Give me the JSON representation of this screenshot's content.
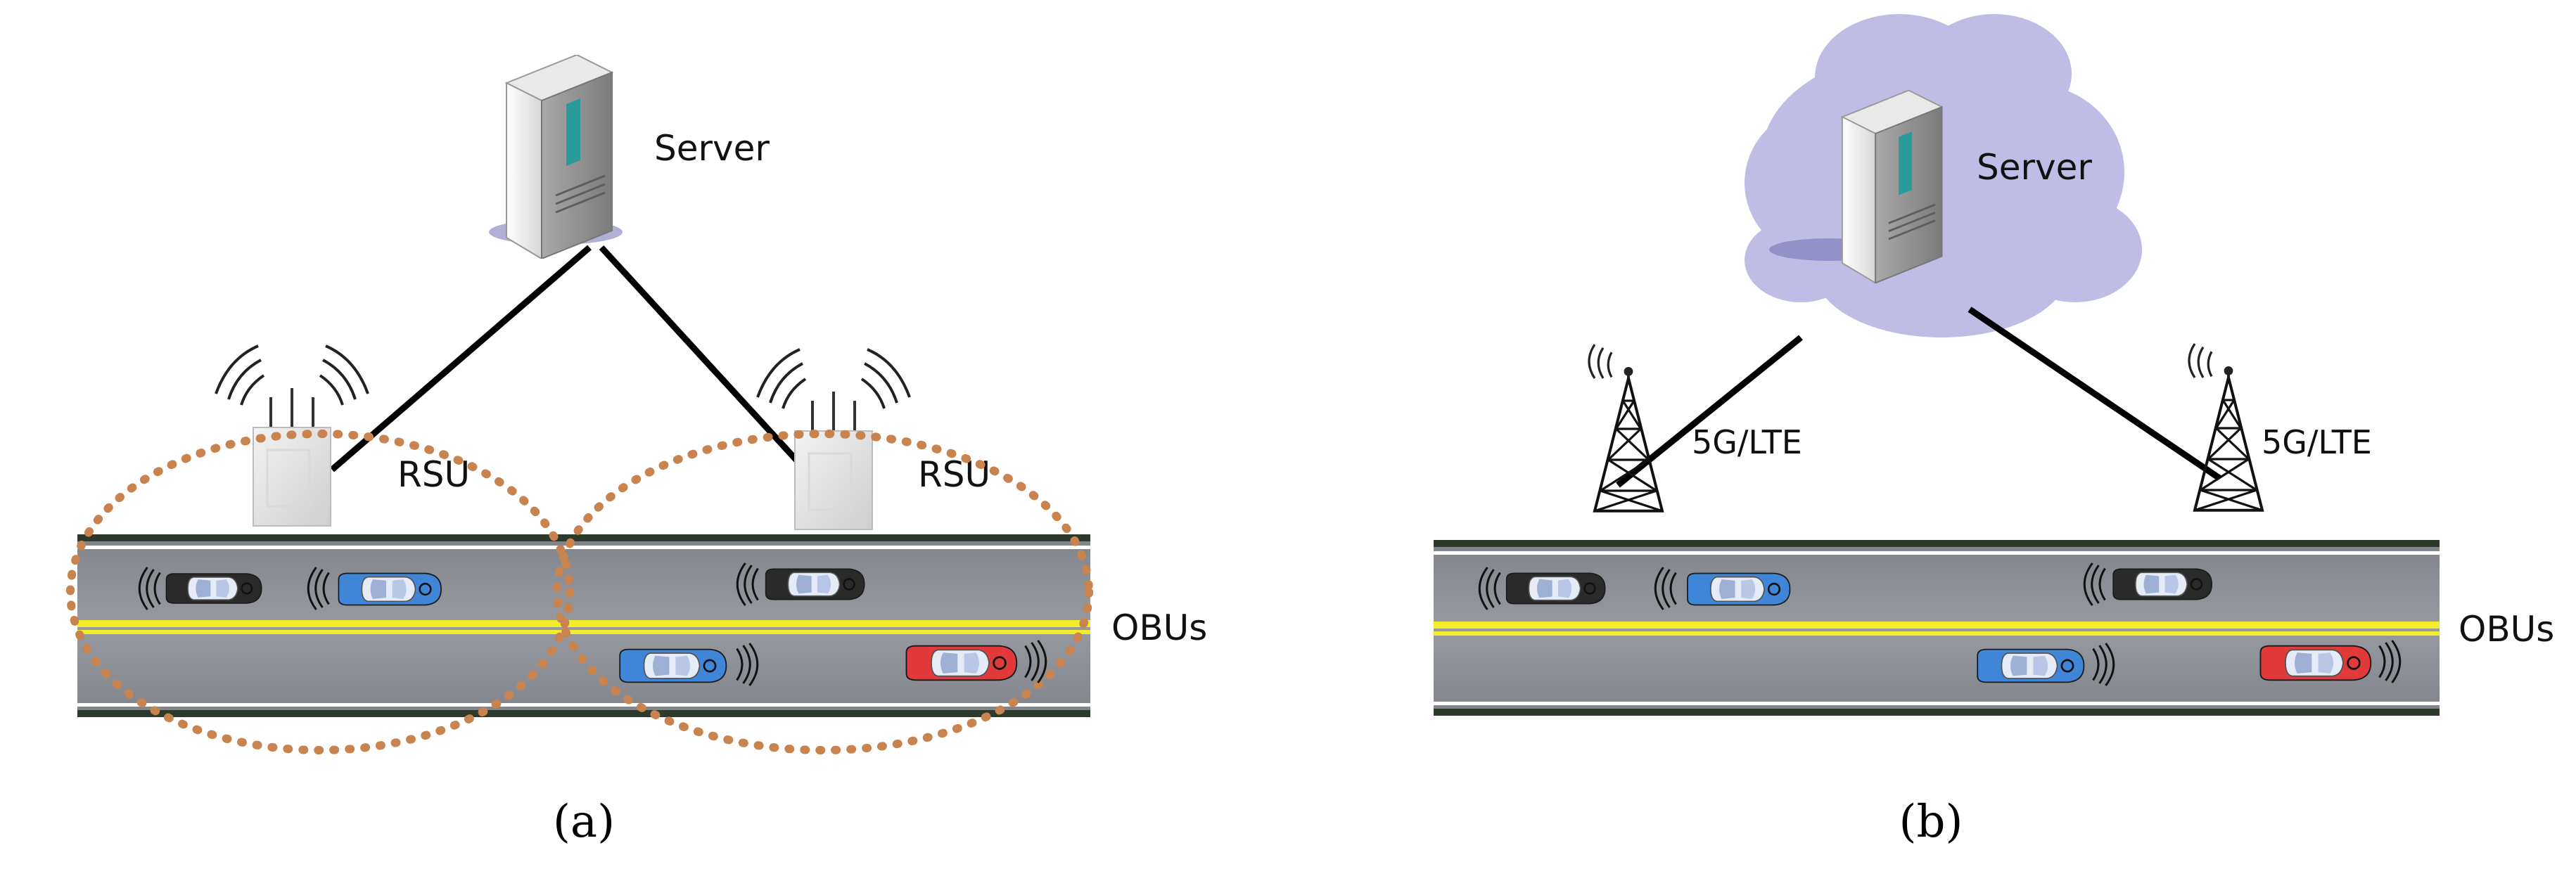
{
  "panels": [
    {
      "caption": "(a)",
      "server_label": "Server",
      "node_labels": [
        "RSU",
        "RSU"
      ],
      "vehicles_label": "OBUs"
    },
    {
      "caption": "(b)",
      "server_label": "Server",
      "node_labels": [
        "5G/LTE",
        "5G/LTE"
      ],
      "vehicles_label": "OBUs"
    }
  ],
  "colors": {
    "road": "#8c8f93",
    "center_line": "#f2ec2a",
    "coverage_ring": "#c8834e",
    "cloud": "#bfbde6",
    "car_black": "#2a2a2a",
    "car_blue": "#3f86d8",
    "car_red": "#e23a3a"
  },
  "icons": [
    "server-icon",
    "rsu-icon",
    "cell-tower-icon",
    "cloud-icon",
    "car-icon",
    "signal-waves-icon"
  ]
}
